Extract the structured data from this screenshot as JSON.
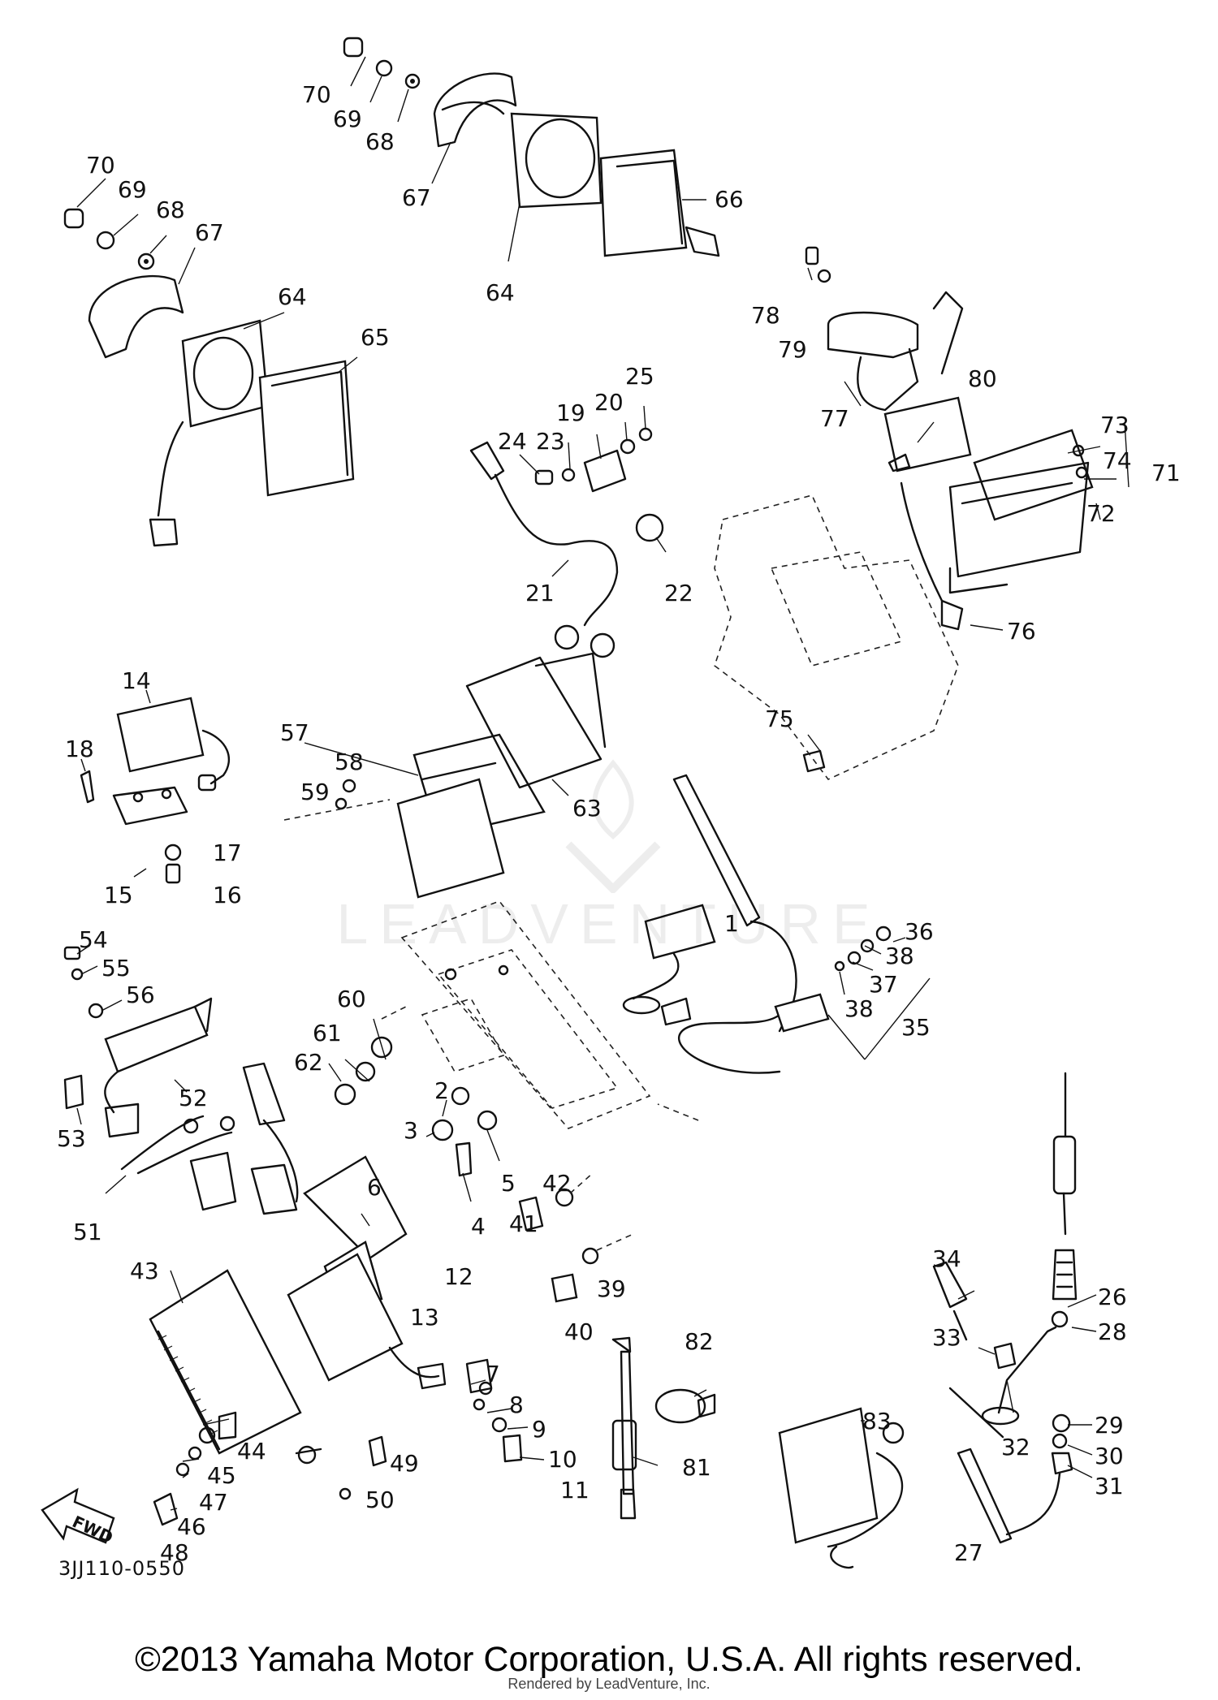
{
  "diagram_code": "3JJ110-0550",
  "copyright": "©2013 Yamaha Motor Corporation, U.S.A. All rights reserved.",
  "rendered_by": "Rendered by LeadVenture, Inc.",
  "watermark": "LEADVENTURE",
  "direction_badge": "FWD",
  "callouts": {
    "c1": "1",
    "c2": "2",
    "c3": "3",
    "c4": "4",
    "c5": "5",
    "c6": "6",
    "c7": "7",
    "c8": "8",
    "c9": "9",
    "c10": "10",
    "c11": "11",
    "c12": "12",
    "c13": "13",
    "c14": "14",
    "c15": "15",
    "c16": "16",
    "c17": "17",
    "c18": "18",
    "c19": "19",
    "c20": "20",
    "c21": "21",
    "c22": "22",
    "c23": "23",
    "c24": "24",
    "c25": "25",
    "c26": "26",
    "c27": "27",
    "c28": "28",
    "c29": "29",
    "c30": "30",
    "c31": "31",
    "c32": "32",
    "c33": "33",
    "c34": "34",
    "c35": "35",
    "c36": "36",
    "c37": "37",
    "c38a": "38",
    "c38b": "38",
    "c39": "39",
    "c40": "40",
    "c41": "41",
    "c42": "42",
    "c43": "43",
    "c44": "44",
    "c45": "45",
    "c46": "46",
    "c47": "47",
    "c48": "48",
    "c49": "49",
    "c50": "50",
    "c51": "51",
    "c52": "52",
    "c53": "53",
    "c54": "54",
    "c55": "55",
    "c56": "56",
    "c57": "57",
    "c58": "58",
    "c59": "59",
    "c60": "60",
    "c61": "61",
    "c62": "62",
    "c63": "63",
    "c64a": "64",
    "c64b": "64",
    "c65": "65",
    "c66": "66",
    "c67a": "67",
    "c67b": "67",
    "c68a": "68",
    "c68b": "68",
    "c69a": "69",
    "c69b": "69",
    "c70a": "70",
    "c70b": "70",
    "c71": "71",
    "c72": "72",
    "c73": "73",
    "c74": "74",
    "c75": "75",
    "c76": "76",
    "c77": "77",
    "c78": "78",
    "c79": "79",
    "c80": "80",
    "c81": "81",
    "c82": "82",
    "c83": "83"
  }
}
